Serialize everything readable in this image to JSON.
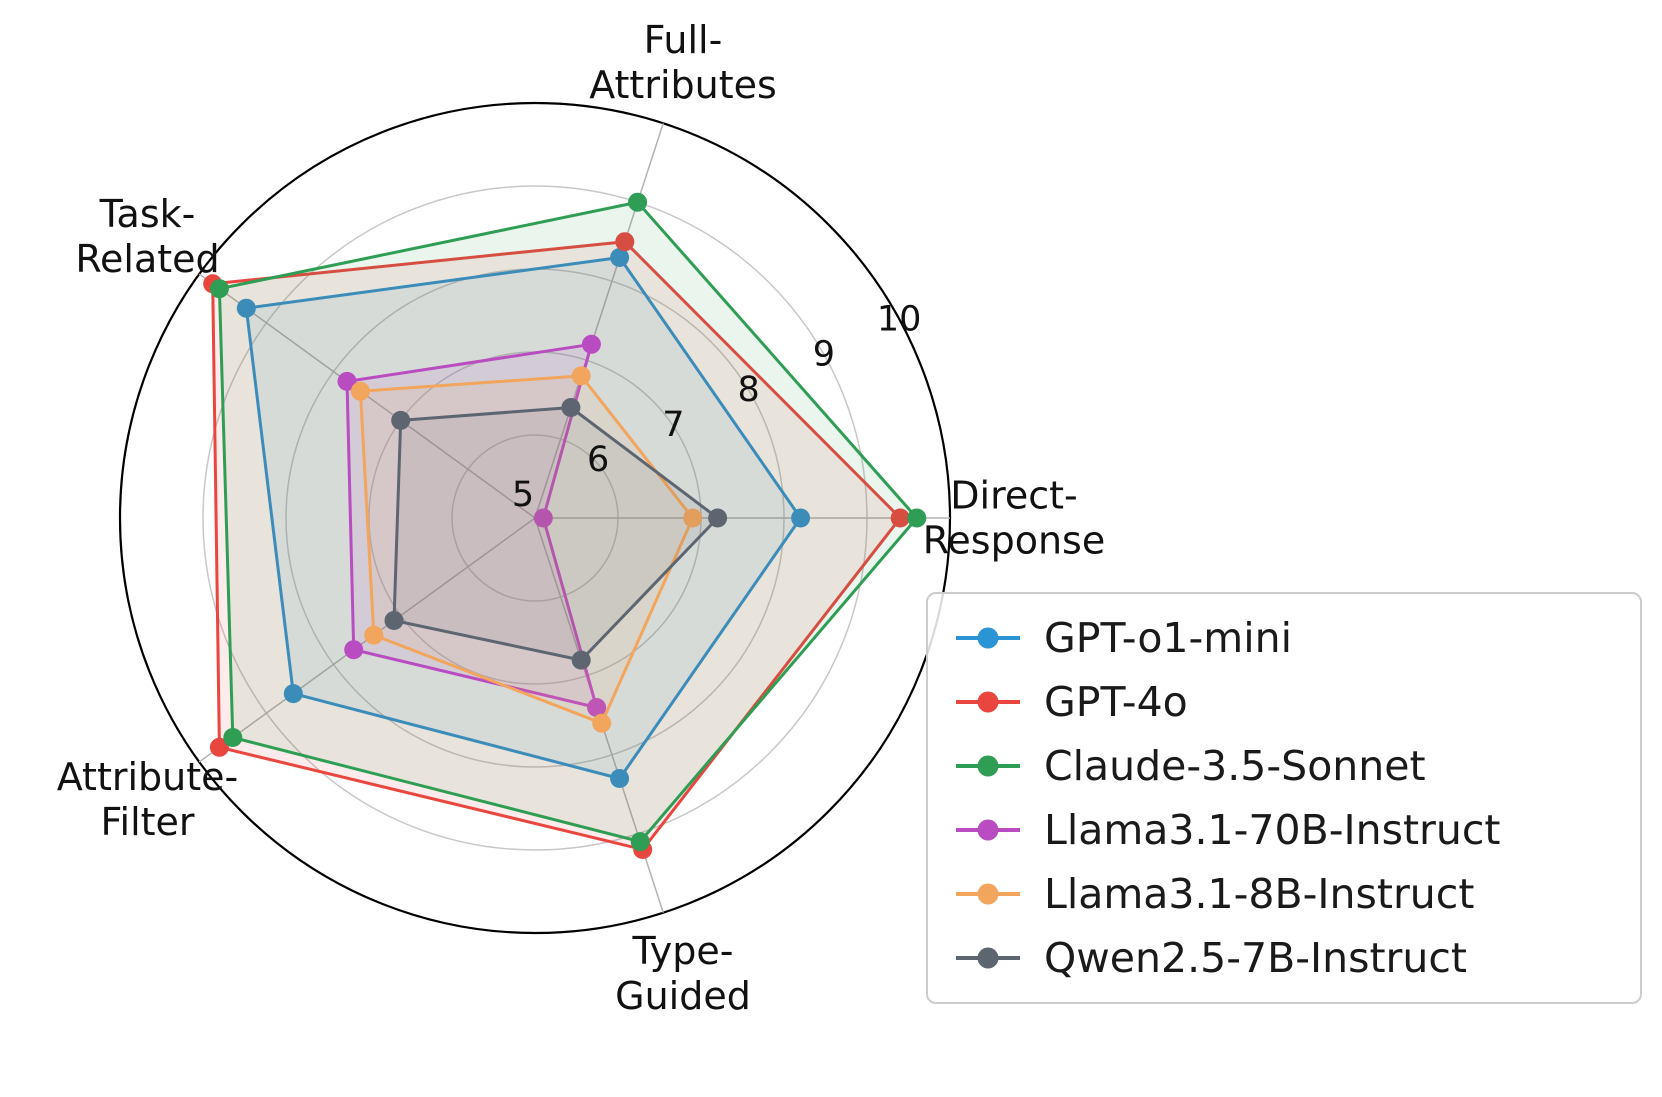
{
  "chart_data": {
    "type": "radar",
    "title": "",
    "categories": [
      "Direct-Response",
      "Full-Attributes",
      "Task-Related",
      "Attribute-Filter",
      "Type-Guided"
    ],
    "category_label_lines": [
      [
        "Direct-",
        "Response"
      ],
      [
        "Full-",
        "Attributes"
      ],
      [
        "Task-",
        "Related"
      ],
      [
        "Attribute-",
        "Filter"
      ],
      [
        "Type-",
        "Guided"
      ]
    ],
    "axis_angles_deg": [
      0,
      72,
      144,
      216,
      288
    ],
    "r_min": 5,
    "r_max": 10,
    "r_ticks": [
      "5",
      "6",
      "7",
      "8",
      "9",
      "10"
    ],
    "tick_label_angle_deg": 25,
    "grid": true,
    "legend_position": "lower right",
    "colors": {
      "grid": "#c8c8c8",
      "spoke": "#b3b3b3",
      "outer_spine": "#000000",
      "text": "#111111"
    },
    "series": [
      {
        "name": "GPT-o1-mini",
        "color": "#2a94d4",
        "values": [
          8.2,
          8.3,
          9.3,
          8.6,
          8.3
        ]
      },
      {
        "name": "GPT-4o",
        "color": "#e9463f",
        "values": [
          9.4,
          8.5,
          9.8,
          9.7,
          9.2
        ]
      },
      {
        "name": "Claude-3.5-Sonnet",
        "color": "#2f9e54",
        "values": [
          9.6,
          9.0,
          9.7,
          9.5,
          9.1
        ]
      },
      {
        "name": "Llama3.1-70B-Instruct",
        "color": "#b94cc0",
        "values": [
          5.1,
          7.2,
          7.8,
          7.7,
          7.4
        ]
      },
      {
        "name": "Llama3.1-8B-Instruct",
        "color": "#f2a55c",
        "values": [
          6.9,
          6.8,
          7.6,
          7.4,
          7.6
        ]
      },
      {
        "name": "Qwen2.5-7B-Instruct",
        "color": "#5d6570",
        "values": [
          7.2,
          6.4,
          7.0,
          7.1,
          6.8
        ]
      }
    ]
  }
}
